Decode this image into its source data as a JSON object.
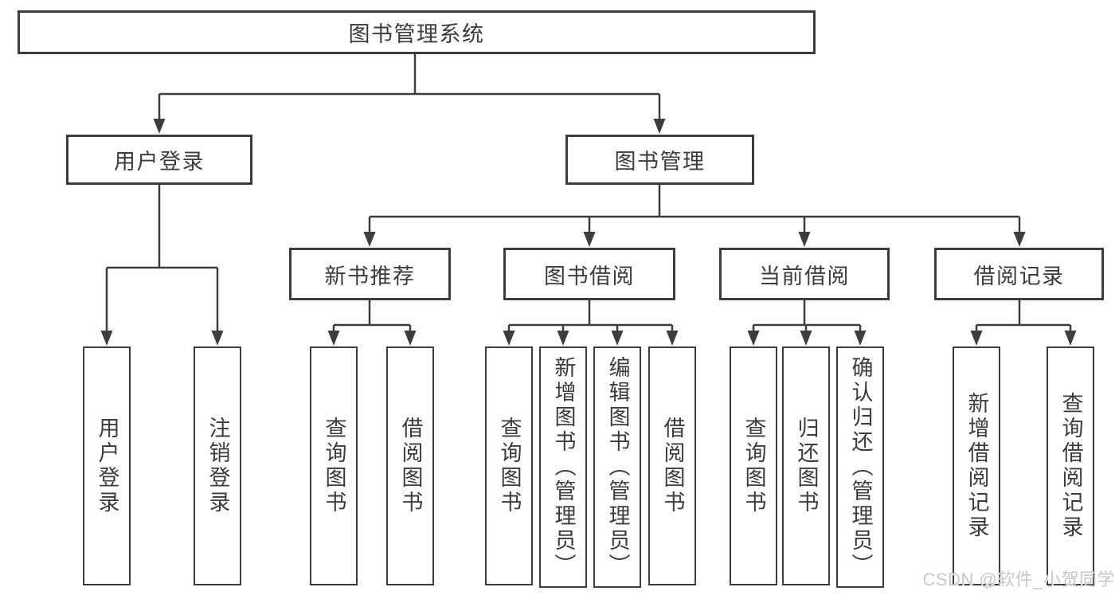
{
  "diagram": {
    "root": {
      "label": "图书管理系统"
    },
    "branches": [
      {
        "label": "用户登录",
        "children": [
          {
            "label": "用户登录"
          },
          {
            "label": "注销登录"
          }
        ]
      },
      {
        "label": "图书管理",
        "children": [
          {
            "label": "新书推荐",
            "children": [
              {
                "label": "查询图书"
              },
              {
                "label": "借阅图书"
              }
            ]
          },
          {
            "label": "图书借阅",
            "children": [
              {
                "label": "查询图书"
              },
              {
                "label": "新增图书（管理员）"
              },
              {
                "label": "编辑图书（管理员）"
              },
              {
                "label": "借阅图书"
              }
            ]
          },
          {
            "label": "当前借阅",
            "children": [
              {
                "label": "查询图书"
              },
              {
                "label": "归还图书"
              },
              {
                "label": "确认归还（管理员）"
              }
            ]
          },
          {
            "label": "借阅记录",
            "children": [
              {
                "label": "新增借阅记录"
              },
              {
                "label": "查询借阅记录"
              }
            ]
          }
        ]
      }
    ],
    "watermark": "CSDN @软件_小贺同学",
    "colors": {
      "line": "#3d3d3d",
      "text": "#3c3c3c",
      "watermark": "#c5c8cc",
      "background": "#ffffff"
    }
  }
}
